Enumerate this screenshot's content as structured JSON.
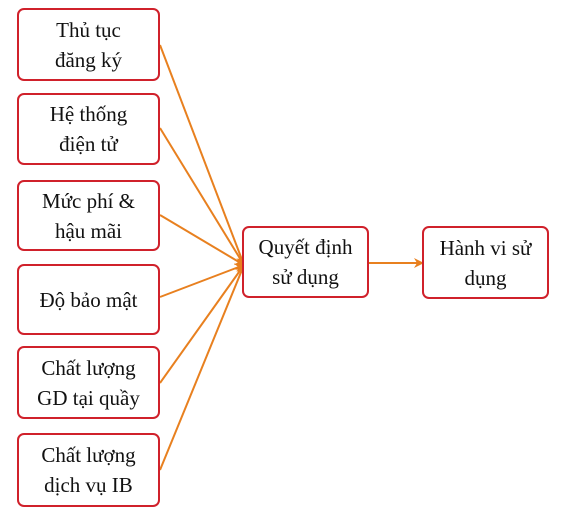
{
  "colors": {
    "box_border": "#d0212b",
    "arrow": "#e8801f",
    "text": "#111111"
  },
  "factors": [
    {
      "label": "Thủ tục\nđăng ký"
    },
    {
      "label": "Hệ thống\nđiện tử"
    },
    {
      "label": "Mức phí &\nhậu mãi"
    },
    {
      "label": "Độ bảo mật"
    },
    {
      "label": "Chất lượng\nGD tại quầy"
    },
    {
      "label": "Chất lượng\ndịch vụ IB"
    }
  ],
  "decision": {
    "label": "Quyết định\nsử dụng"
  },
  "behavior": {
    "label": "Hành vi sử\ndụng"
  }
}
